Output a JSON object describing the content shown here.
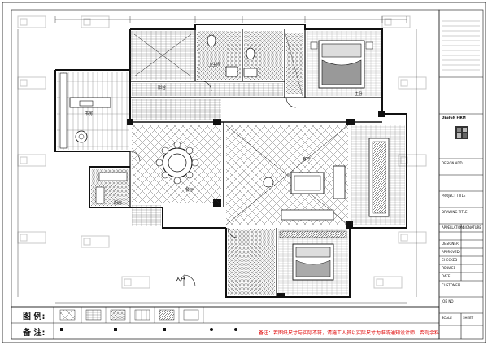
{
  "drawing": {
    "rooms": {
      "kitchen": "厨房",
      "dining": "餐厅",
      "living": "客厅",
      "master_bedroom": "主卧",
      "bedroom_2": "",
      "bedroom_3": "",
      "study": "书房",
      "bathroom_1": "卫生间",
      "bathroom_2": "",
      "balcony": "阳台",
      "entry": "入户"
    }
  },
  "legend": {
    "label_legend": "图 例:",
    "label_notes": "备 注:",
    "bottom_note": "备注：若图纸尺寸与实际不符，请施工人员以实际尺寸为准或通知设计师，否则余料概不负责!"
  },
  "title_block": {
    "notes_header": "",
    "design_firm_label": "DESIGN FIRM",
    "design_firm_value": "",
    "design_add_label": "DESIGN ADD",
    "project_title_label": "PROJECT TITLE",
    "drawing_title_label": "DRAWING TITLE",
    "appellation_label": "APPELLATION",
    "signature_label": "SIGNATURE",
    "designer_label": "DESIGNER",
    "approved_label": "APPROVED",
    "checked_label": "CHECKED",
    "drawer_label": "DRAWER",
    "date_label": "DATE",
    "customer_label": "CUSTOMER",
    "job_no_label": "JOB NO",
    "scale_label": "SCALE",
    "sheet_label": "SHEET"
  },
  "colors": {
    "line": "#111111",
    "watermark": "#c8c8c8",
    "accent_red": "#e00000"
  }
}
